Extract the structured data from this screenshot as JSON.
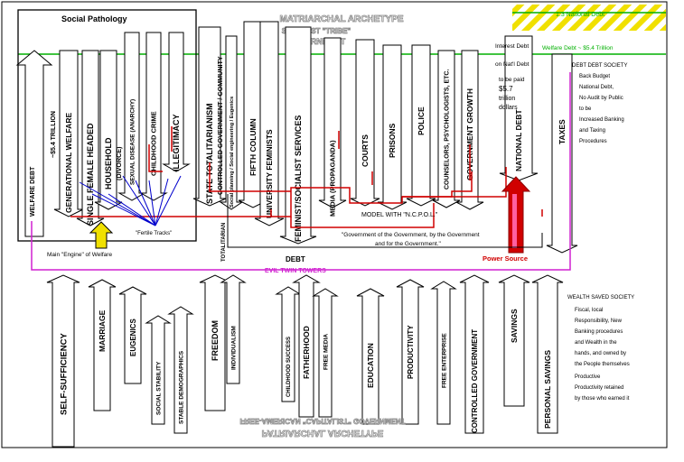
{
  "diagram": {
    "social_pathology_title": "Social Pathology",
    "matriarchal_title": "MATRIARCHAL ARCHETYPE",
    "socialist_subtitle": "SOCIALIST \"TRIBE\"",
    "government_word": "GOVERNMENT",
    "patriarchal_title": "PATRIARCHAL ARCHETYPE",
    "free_american_subtitle": "FREE-AMERICAN \"CAPITALIST\" GOVERNMENT",
    "national_debt_marker": "1.3 National Debt",
    "welfare_debt_marker": "Welfare Debt ~ $5.4 Trillion",
    "interest_debt_note": [
      "Interest Debt",
      "on Nat'l Debt"
    ],
    "to_be_paid_note": [
      "to be paid",
      "$5.7",
      "trillion",
      "dollars"
    ],
    "debt_society_note": [
      "DEBT DEBT SOCIETY",
      "Back Budget",
      "National Debt,",
      "No Audit by Public",
      "to be",
      "Increased Banking",
      "and Taxing",
      "Procedures"
    ],
    "welfare_debt_vertical": [
      "WELFARE DEBT",
      "~$5.4 TRILLION"
    ],
    "model_note": "MODEL WITH \"N.C.P.O.L.\"",
    "government_quote_1": "\"Government of the Government, by the Government",
    "government_quote_2": "and for the Government.\"",
    "main_engine_label": "Main \"Engine\" of Welfare",
    "fertile_tracks_label": "\"Fertile Tracks\"",
    "totalitarian_label": "TOTALITARIAN",
    "debt_label": "DEBT",
    "evil_twin_towers": "EVIL TWIN TOWERS",
    "power_source": "Power Source",
    "wealth_society_note": [
      "WEALTH SAVED SOCIETY",
      "Fiscal, local",
      "Responsibility, New",
      "Banking procedures",
      "and Wealth in the",
      "hands, and owned by",
      "the People themselves",
      "Productive",
      "Productivity retained",
      "by those who earned it"
    ]
  },
  "upper_columns": [
    {
      "label": "GENERATIONAL WELFARE"
    },
    {
      "label": "SINGLE FEMALE HEADED"
    },
    {
      "label": "HOUSEHOLD",
      "sub": "(DIVORCE)"
    },
    {
      "label": "SEXUAL DISEASE (ANARCHY)"
    },
    {
      "label": "CHILDHOOD CRIME"
    },
    {
      "label": "ILLEGITIMACY"
    },
    {
      "label": "STATE TOTALITARIANISM",
      "sub": "CONTROLLED GOVERNMENT / COMMUNITY"
    },
    {
      "label": "Social planning / Social engineering / Eugenics"
    },
    {
      "label": "FIFTH COLUMN"
    },
    {
      "label": "UNIVERSITY FEMINISTS"
    },
    {
      "label": "FEMINIST/SOCIALIST SERVICES"
    },
    {
      "label": "MEDIA (PROPAGANDA)"
    },
    {
      "label": "COURTS"
    },
    {
      "label": "PRISONS"
    },
    {
      "label": "POLICE"
    },
    {
      "label": "COUNSELORS, PSYCHOLOGISTS, ETC."
    },
    {
      "label": "GOVERNMENT GROWTH"
    },
    {
      "label": "NATIONAL DEBT"
    },
    {
      "label": "TAXES"
    }
  ],
  "lower_columns": [
    {
      "label": "SELF-SUFFICIENCY"
    },
    {
      "label": "MARRIAGE"
    },
    {
      "label": "EUGENICS"
    },
    {
      "label": "SOCIAL STABILITY"
    },
    {
      "label": "STABLE DEMOGRAPHICS"
    },
    {
      "label": "FREEDOM"
    },
    {
      "label": "INDIVIDUALISM"
    },
    {
      "label": "CHILDHOOD SUCCESS"
    },
    {
      "label": "FATHERHOOD"
    },
    {
      "label": "FREE MEDIA"
    },
    {
      "label": "EDUCATION"
    },
    {
      "label": "PRODUCTIVITY"
    },
    {
      "label": "FREE ENTERPRISE"
    },
    {
      "label": "CONTROLLED GOVERNMENT"
    },
    {
      "label": "SAVINGS"
    },
    {
      "label": "PERSONAL SAVINGS"
    }
  ],
  "colors": {
    "red": "#d00000",
    "magenta": "#d020d0",
    "green": "#00b000",
    "yellow": "#f0e000",
    "blue": "#0000cc"
  }
}
